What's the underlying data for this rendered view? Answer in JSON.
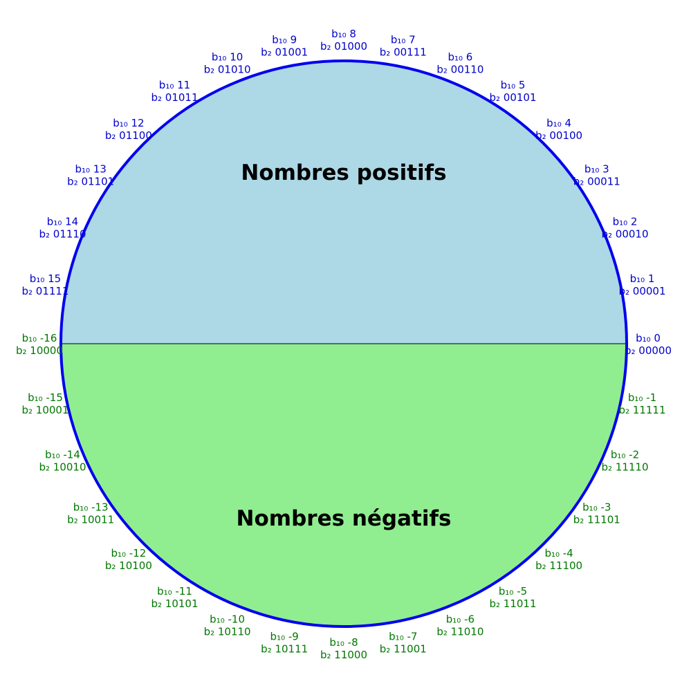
{
  "titles": {
    "positive": "Nombres positifs",
    "negative": "Nombres négatifs"
  },
  "colors": {
    "positive_fill": "#add8e6",
    "negative_fill": "#90ee90",
    "ring": "#0000ee",
    "positive_text": "#0000cc",
    "negative_text": "#007700",
    "divider": "#000000",
    "title_text": "#000000"
  },
  "bits": 5,
  "labels": [
    {
      "dec": "b₁₀ 0",
      "bin": "b₂ 00000",
      "sign": "positive"
    },
    {
      "dec": "b₁₀ 1",
      "bin": "b₂ 00001",
      "sign": "positive"
    },
    {
      "dec": "b₁₀ 2",
      "bin": "b₂ 00010",
      "sign": "positive"
    },
    {
      "dec": "b₁₀ 3",
      "bin": "b₂ 00011",
      "sign": "positive"
    },
    {
      "dec": "b₁₀ 4",
      "bin": "b₂ 00100",
      "sign": "positive"
    },
    {
      "dec": "b₁₀ 5",
      "bin": "b₂ 00101",
      "sign": "positive"
    },
    {
      "dec": "b₁₀ 6",
      "bin": "b₂ 00110",
      "sign": "positive"
    },
    {
      "dec": "b₁₀ 7",
      "bin": "b₂ 00111",
      "sign": "positive"
    },
    {
      "dec": "b₁₀ 8",
      "bin": "b₂ 01000",
      "sign": "positive"
    },
    {
      "dec": "b₁₀ 9",
      "bin": "b₂ 01001",
      "sign": "positive"
    },
    {
      "dec": "b₁₀ 10",
      "bin": "b₂ 01010",
      "sign": "positive"
    },
    {
      "dec": "b₁₀ 11",
      "bin": "b₂ 01011",
      "sign": "positive"
    },
    {
      "dec": "b₁₀ 12",
      "bin": "b₂ 01100",
      "sign": "positive"
    },
    {
      "dec": "b₁₀ 13",
      "bin": "b₂ 01101",
      "sign": "positive"
    },
    {
      "dec": "b₁₀ 14",
      "bin": "b₂ 01110",
      "sign": "positive"
    },
    {
      "dec": "b₁₀ 15",
      "bin": "b₂ 01111",
      "sign": "positive"
    },
    {
      "dec": "b₁₀ -16",
      "bin": "b₂ 10000",
      "sign": "negative"
    },
    {
      "dec": "b₁₀ -15",
      "bin": "b₂ 10001",
      "sign": "negative"
    },
    {
      "dec": "b₁₀ -14",
      "bin": "b₂ 10010",
      "sign": "negative"
    },
    {
      "dec": "b₁₀ -13",
      "bin": "b₂ 10011",
      "sign": "negative"
    },
    {
      "dec": "b₁₀ -12",
      "bin": "b₂ 10100",
      "sign": "negative"
    },
    {
      "dec": "b₁₀ -11",
      "bin": "b₂ 10101",
      "sign": "negative"
    },
    {
      "dec": "b₁₀ -10",
      "bin": "b₂ 10110",
      "sign": "negative"
    },
    {
      "dec": "b₁₀ -9",
      "bin": "b₂ 10111",
      "sign": "negative"
    },
    {
      "dec": "b₁₀ -8",
      "bin": "b₂ 11000",
      "sign": "negative"
    },
    {
      "dec": "b₁₀ -7",
      "bin": "b₂ 11001",
      "sign": "negative"
    },
    {
      "dec": "b₁₀ -6",
      "bin": "b₂ 11010",
      "sign": "negative"
    },
    {
      "dec": "b₁₀ -5",
      "bin": "b₂ 11011",
      "sign": "negative"
    },
    {
      "dec": "b₁₀ -4",
      "bin": "b₂ 11100",
      "sign": "negative"
    },
    {
      "dec": "b₁₀ -3",
      "bin": "b₂ 11101",
      "sign": "negative"
    },
    {
      "dec": "b₁₀ -2",
      "bin": "b₂ 11110",
      "sign": "negative"
    },
    {
      "dec": "b₁₀ -1",
      "bin": "b₂ 11111",
      "sign": "negative"
    }
  ]
}
